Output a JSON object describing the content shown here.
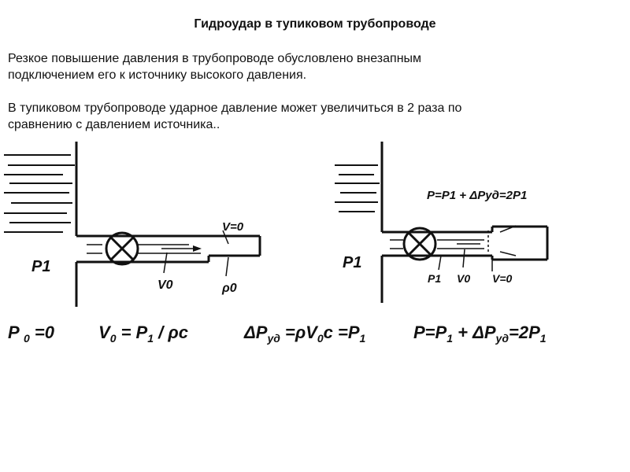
{
  "title": "Гидроудар в тупиковом трубопроводе",
  "paragraphs": [
    {
      "line1": "Резкое повышение давления в трубопроводе обусловлено внезапным",
      "line2": "подключением его к источнику высокого давления."
    },
    {
      "line1": "В тупиковом трубопроводе ударное давление может увеличиться в 2 раза по",
      "line2": "сравнению с давлением источника.."
    }
  ],
  "diagram_left": {
    "tank_label": "P1",
    "velocity_label": "V0",
    "zero_velocity_label": "V=0",
    "density_label": "ρ0"
  },
  "diagram_right": {
    "tank_label": "P1",
    "pressure_label": "P1",
    "velocity_label": "V0",
    "zero_velocity_label": "V=0",
    "pressure_formula": "P=P1 + ΔPуд=2P1"
  },
  "formulas": {
    "f1_main": "P ",
    "f1_sub": "0",
    "f1_rest": " =0",
    "f2_main": "V",
    "f2_sub": "0",
    "f2_mid": " = P",
    "f2_sub2": "1",
    "f2_rest": " / ρc",
    "f3_main": "ΔP",
    "f3_sub": "уд",
    "f3_mid": " =ρV",
    "f3_sub2": "0",
    "f3_mid2": "c =P",
    "f3_sub3": "1",
    "f4_main": "P=P",
    "f4_sub": "1",
    "f4_mid": " + ΔP",
    "f4_sub2": "уд",
    "f4_mid2": "=2P",
    "f4_sub3": "1"
  }
}
